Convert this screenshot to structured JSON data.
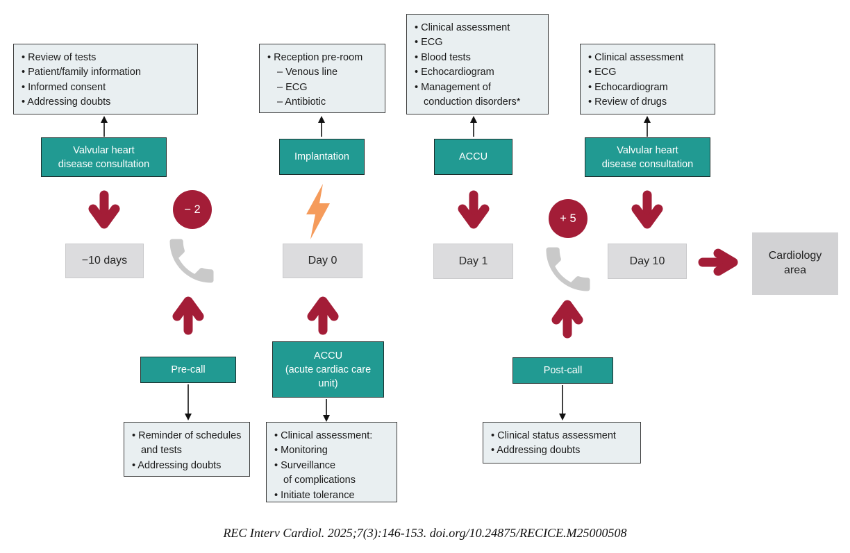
{
  "palette": {
    "teal": "#219a92",
    "burgundy_red": "#a31d37",
    "light_box_bg": "#e9eff1",
    "day_box_bg": "#dcdcde",
    "area_box_bg": "#d2d2d4",
    "phone_gray": "#c9c9c9",
    "bolt_orange": "#f59b5b"
  },
  "icons": {
    "phone": "phone-handset-icon",
    "bolt": "lightning-bolt-icon",
    "thick_arrow": "thick-arrow-icon",
    "thin_arrow": "thin-arrow-icon"
  },
  "top_boxes": {
    "b1": {
      "items": [
        "• Review of tests",
        "• Patient/family information",
        "• Informed consent",
        "• Addressing doubts"
      ]
    },
    "b2": {
      "items": [
        "• Reception pre-room",
        "– Venous line",
        "– ECG",
        "– Antibiotic"
      ]
    },
    "b3": {
      "items": [
        "• Clinical assessment",
        "• ECG",
        "• Blood tests",
        "• Echocardiogram",
        "• Management of conduction disorders*"
      ]
    },
    "b4": {
      "items": [
        "• Clinical assessment",
        "• ECG",
        "• Echocardiogram",
        "• Review of drugs"
      ]
    }
  },
  "stages": {
    "s1": {
      "l1": "Valvular heart",
      "l2": "disease consultation"
    },
    "s2": {
      "l1": "Implantation"
    },
    "s3": {
      "l1": "ACCU"
    },
    "s4": {
      "l1": "Valvular heart",
      "l2": "disease consultation"
    }
  },
  "timeline": {
    "day1": "−10 days",
    "day2": "Day 0",
    "day3": "Day 1",
    "day4": "Day 10",
    "badge1": "− 2",
    "badge2": "+ 5",
    "end": {
      "l1": "Cardiology",
      "l2": "area"
    }
  },
  "calls": {
    "pre": "Pre-call",
    "accu": {
      "l1": "ACCU",
      "l2": "(acute cardiac care unit)"
    },
    "post": "Post-call"
  },
  "bottom_boxes": {
    "a": {
      "items": [
        "• Reminder of schedules and tests",
        "• Addressing doubts"
      ]
    },
    "b": {
      "items": [
        "• Clinical assessment:",
        "• Monitoring",
        "• Surveillance",
        "of complications",
        "• Initiate tolerance"
      ]
    },
    "c": {
      "items": [
        "• Clinical status assessment",
        "• Addressing doubts"
      ]
    }
  },
  "citation": "REC Interv Cardiol. 2025;7(3):146-153. doi.org/10.24875/RECICE.M25000508"
}
